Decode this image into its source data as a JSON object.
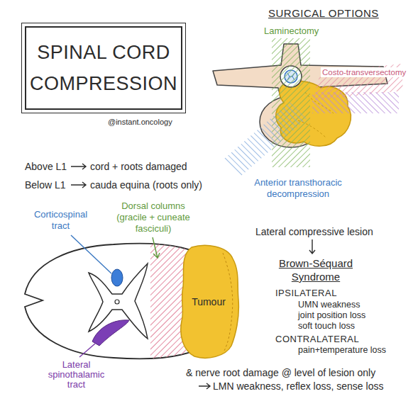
{
  "diagram": {
    "title": "SPINAL CORD COMPRESSION",
    "nodes": [
      {
        "text": [
          "Tumour"
        ]
      }
    ],
    "labels": [
      "SURGICAL OPTIONS",
      "Laminectomy",
      "Costo-transversectomy",
      "Anterior transthoracic decompression",
      "@instant.oncology",
      "Above L1",
      "cord + roots damaged",
      "Below L1",
      "cauda equina (roots only)",
      "Corticospinal tract",
      "Dorsal columns (gracile + cuneate fasciculi)",
      "Lateral spinothalamic tract",
      "Lateral compressive lesion",
      "Brown-Séquard Syndrome",
      "IPSILATERAL",
      "UMN weakness",
      "joint position loss",
      "soft touch loss",
      "CONTRALATERAL",
      "pain+temperature loss",
      "& nerve root damage @ level of lesion only",
      "LMN weakness, reflex loss, sense loss"
    ]
  }
}
